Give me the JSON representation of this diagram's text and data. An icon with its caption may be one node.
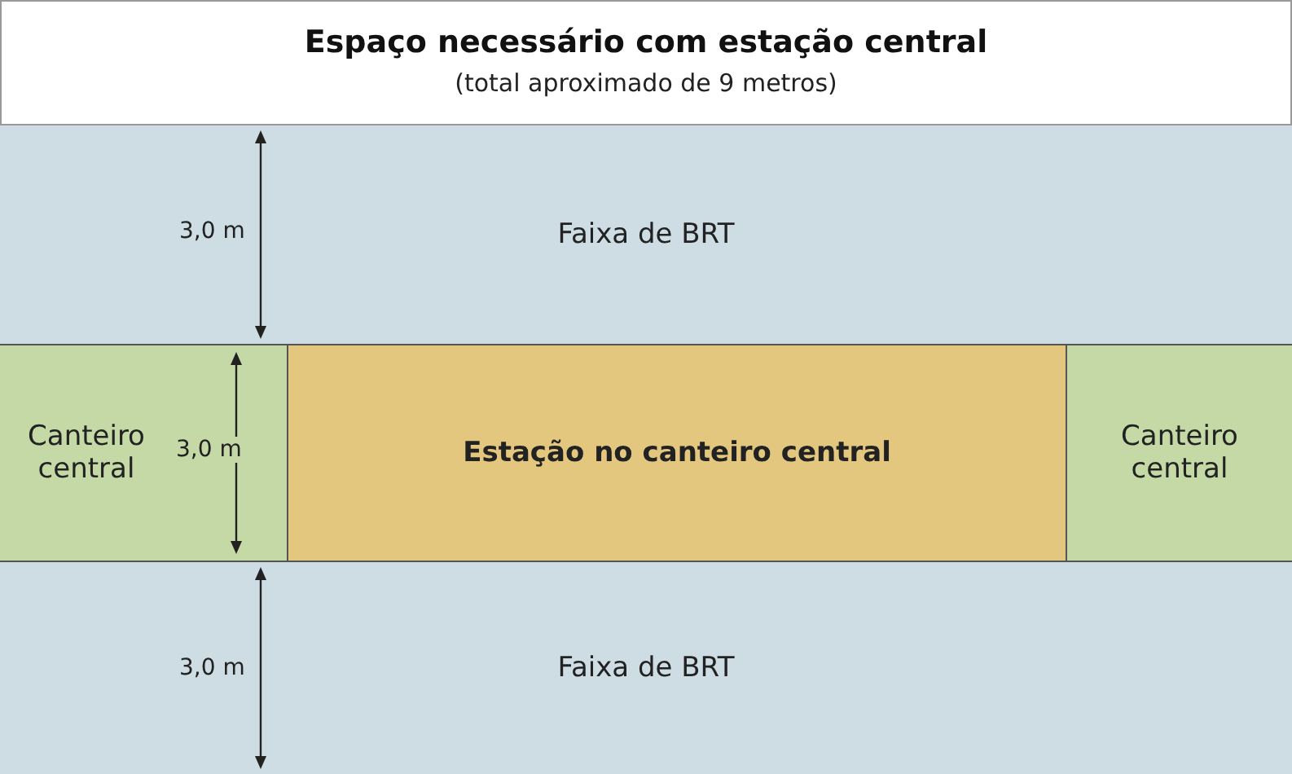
{
  "diagram": {
    "title": "Espaço necessário com estação central",
    "caption": "(total aproximado de 9 metros)",
    "nodes": [
      {
        "text": [
          "Faixa de BRT"
        ]
      },
      {
        "text": [
          "Canteiro central"
        ]
      },
      {
        "text": [
          "Estação no canteiro central"
        ]
      },
      {
        "text": [
          "Canteiro central"
        ]
      },
      {
        "text": [
          "Faixa de BRT"
        ]
      }
    ],
    "edges": [],
    "labels": [
      "3,0 m",
      "3,0 m",
      "3,0 m"
    ]
  }
}
